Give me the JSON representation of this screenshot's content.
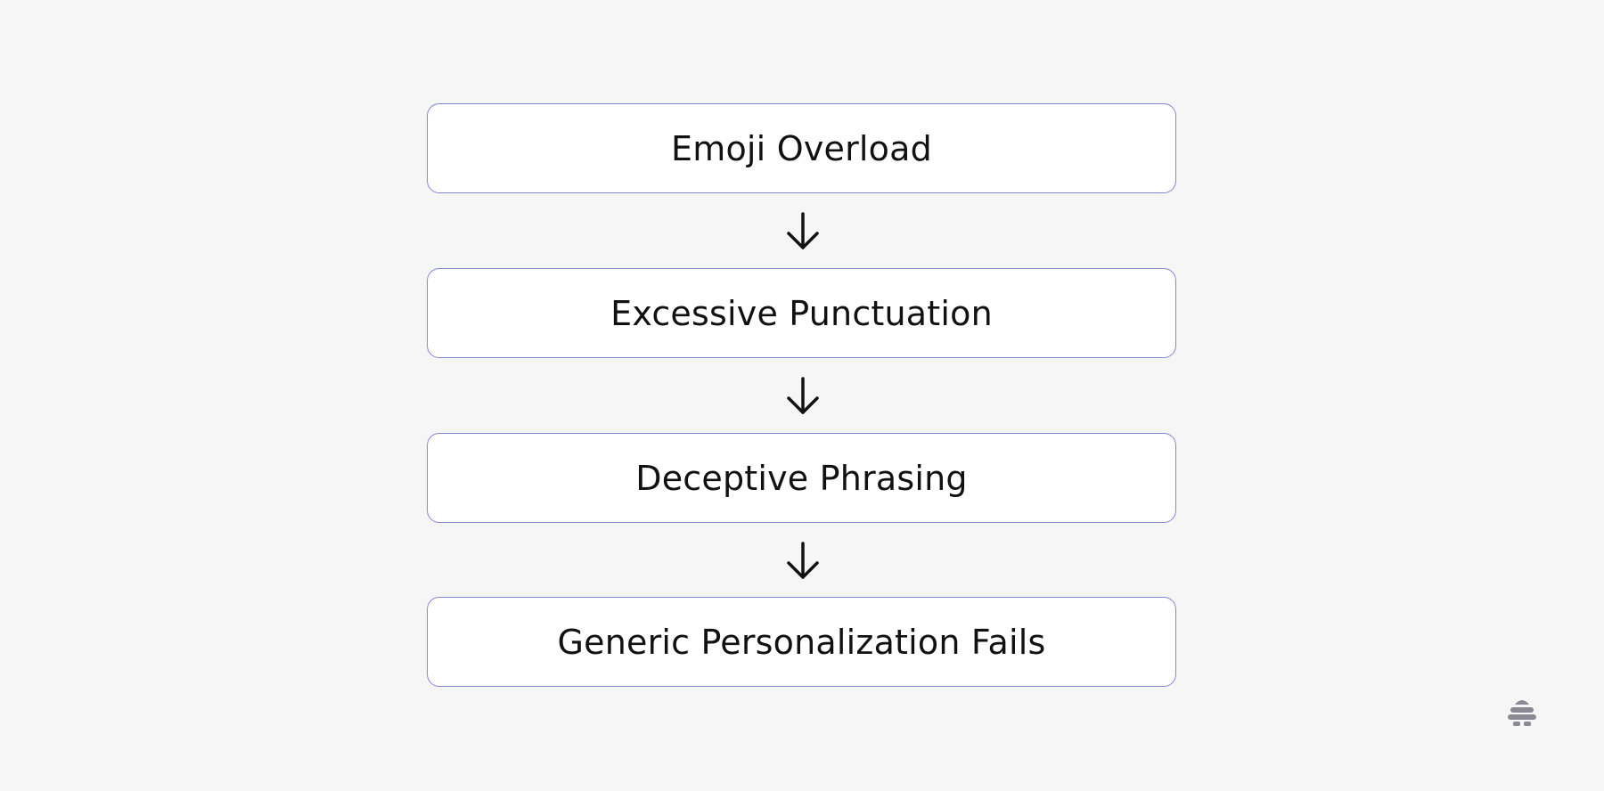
{
  "diagram": {
    "steps": [
      {
        "label": "Emoji Overload"
      },
      {
        "label": "Excessive Punctuation"
      },
      {
        "label": "Deceptive Phrasing"
      },
      {
        "label": "Generic Personalization Fails"
      }
    ],
    "connectors": [
      "arrow-down-icon",
      "arrow-down-icon",
      "arrow-down-icon"
    ]
  },
  "logo": {
    "icon": "beehive-logo-icon"
  },
  "colors": {
    "background": "#f6f6f6",
    "box_fill": "#ffffff",
    "box_border": "#8286d6",
    "text": "#111111",
    "arrow": "#111111",
    "logo": "#8a8a94"
  }
}
